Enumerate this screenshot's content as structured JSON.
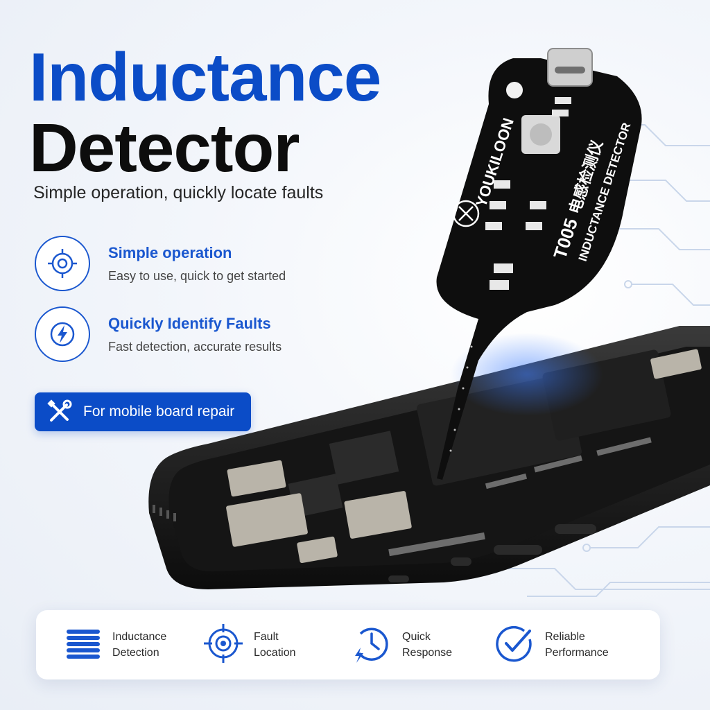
{
  "hero": {
    "title_line1": "Inductance",
    "title_line2": "Detector",
    "subtitle": "Simple operation, quickly locate faults"
  },
  "features": [
    {
      "title": "Simple operation",
      "desc": "Easy to use, quick to get started",
      "icon": "crosshair-icon"
    },
    {
      "title": "Quickly Identify Faults",
      "desc": "Fast detection, accurate results",
      "icon": "lightning-icon"
    }
  ],
  "repair_badge": {
    "label": "For mobile board repair",
    "icon": "wrench-screwdriver-icon"
  },
  "probe": {
    "brand": "YOUKILOON",
    "model": "T005",
    "model_cn": "电感检测仪",
    "caption": "INDUCTANCE DETECTOR"
  },
  "bottom_features": [
    {
      "line1": "Inductance",
      "line2": "Detection",
      "icon": "coil-icon"
    },
    {
      "line1": "Fault",
      "line2": "Location",
      "icon": "target-icon"
    },
    {
      "line1": "Quick",
      "line2": "Response",
      "icon": "fast-clock-icon"
    },
    {
      "line1": "Reliable",
      "line2": "Performance",
      "icon": "check-circle-icon"
    }
  ],
  "colors": {
    "accent": "#0b4cc7",
    "title_dark": "#0d0d0d",
    "board": "#1a1a1a"
  }
}
